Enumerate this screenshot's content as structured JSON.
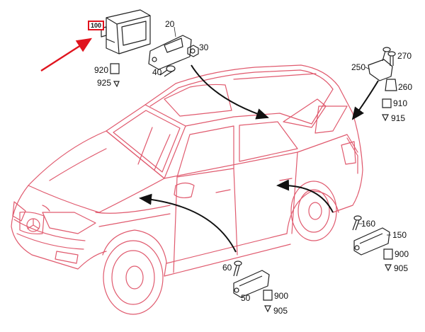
{
  "colors": {
    "vehicle_line": "#e05a6e",
    "part_line": "#222222",
    "highlight": "#e0141e"
  },
  "callout": {
    "text": "100"
  },
  "labels": {
    "p20": "20",
    "p30": "30",
    "p40": "40",
    "p920a": "920",
    "p925": "925",
    "p250": "250",
    "p270": "270",
    "p260": "260",
    "p910": "910",
    "p915": "915",
    "p160": "160",
    "p150": "150",
    "p900a": "900",
    "p905a": "905",
    "p60": "60",
    "p50": "50",
    "p900b": "900",
    "p905b": "905"
  }
}
